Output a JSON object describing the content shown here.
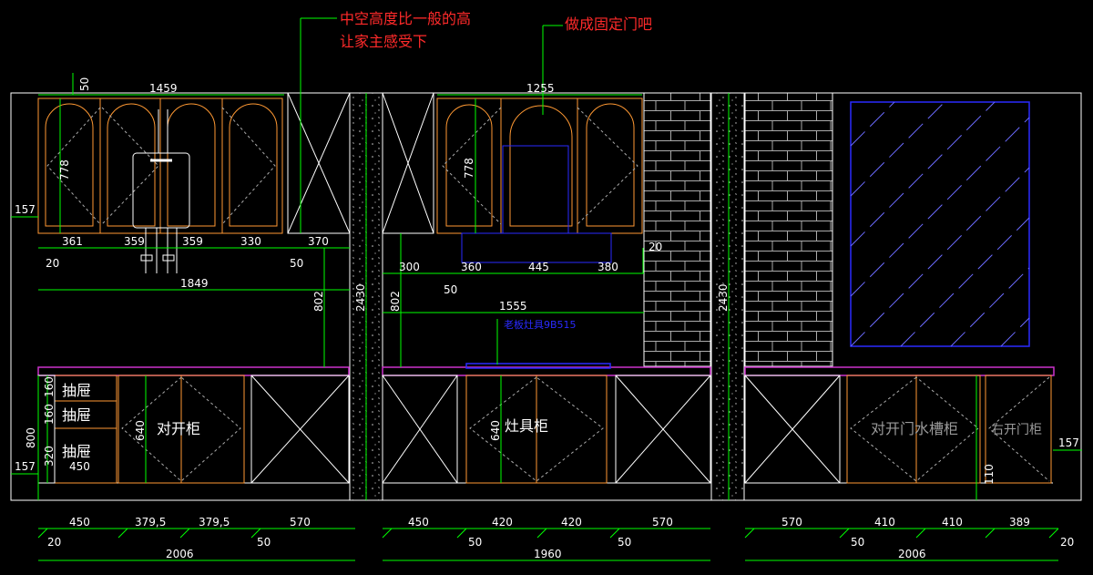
{
  "colors": {
    "background": "#000000",
    "outline": "#ffffff",
    "cabinet": "#ff9933",
    "dimension": "#00ff00",
    "note": "#ff2a2a",
    "appliance": "#2a2aff",
    "countertop": "#cc33cc",
    "hatch": "#6b6bff"
  },
  "notes": {
    "hollow_line1": "中空高度比一般的高",
    "hollow_line2": "让家主感受下",
    "fixed_door": "做成固定门吧"
  },
  "labels": {
    "drawer1": "抽屉",
    "drawer2": "抽屉",
    "drawer3": "抽屉",
    "double_door": "对开柜",
    "stove_cabinet": "灶具柜",
    "sink_cabinet": "对开门水槽柜",
    "right_door": "右开门柜",
    "stove_model": "老板灶具9B515"
  },
  "dims": {
    "d1459": "1459",
    "d50a": "50",
    "d778a": "778",
    "d157a": "157",
    "d361": "361",
    "d359a": "359",
    "d359b": "359",
    "d330": "330",
    "d370": "370",
    "d20a": "20",
    "d50b": "50",
    "d1849": "1849",
    "d802a": "802",
    "d2430a": "2430",
    "d1255": "1255",
    "d778b": "778",
    "d300": "300",
    "d360": "360",
    "d445": "445",
    "d380": "380",
    "d20b": "20",
    "d50c": "50",
    "d802b": "802",
    "d1555": "1555",
    "d2430b": "2430",
    "d160a": "160",
    "d160b": "160",
    "d320": "320",
    "d450a": "450",
    "d800": "800",
    "d157b": "157",
    "d640a": "640",
    "d640b": "640",
    "d110": "110",
    "d157c": "157",
    "b450a": "450",
    "b3795a": "379,5",
    "b3795b": "379,5",
    "b570a": "570",
    "b450b": "450",
    "b420a": "420",
    "b420b": "420",
    "b570b": "570",
    "b570c": "570",
    "b410a": "410",
    "b410b": "410",
    "b389": "389",
    "b20a": "20",
    "b50a": "50",
    "b50b": "50",
    "b50c": "50",
    "b50d": "50",
    "b20b": "20",
    "t2006a": "2006",
    "t1960": "1960",
    "t2006b": "2006"
  }
}
